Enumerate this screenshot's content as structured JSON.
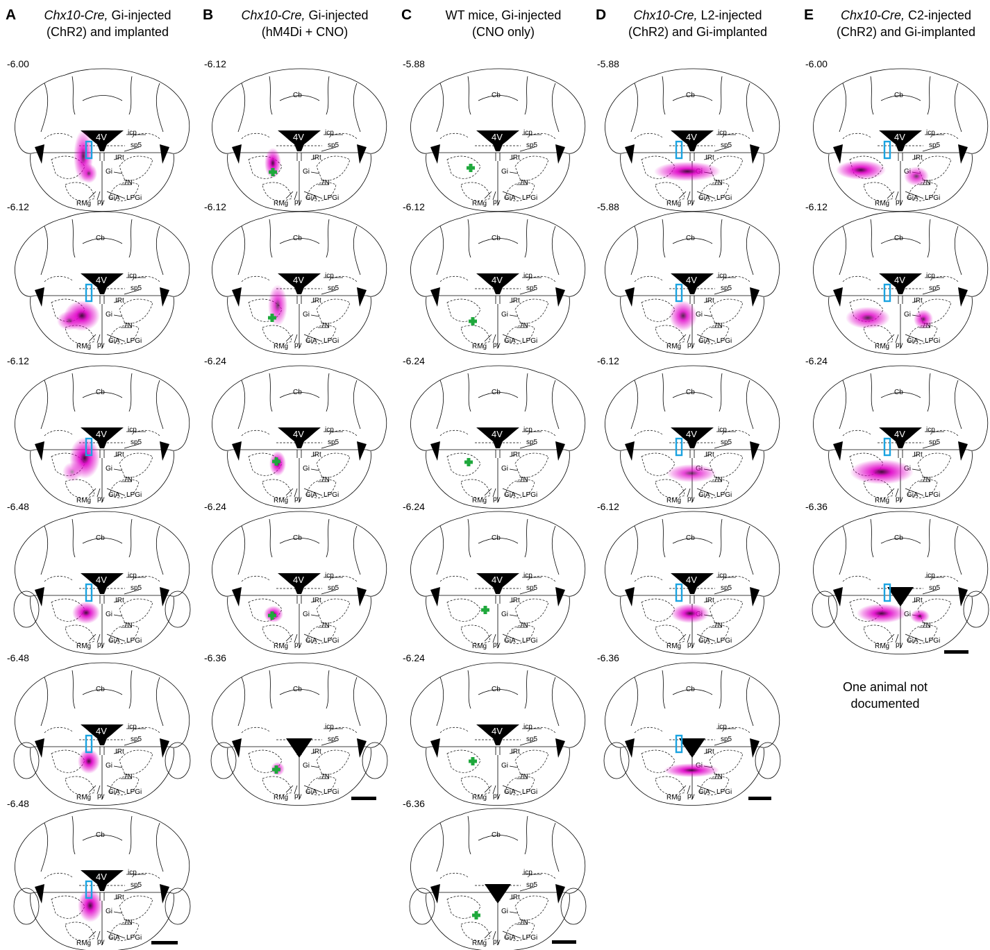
{
  "columns": [
    {
      "letter": "A",
      "italic": "Chx10-Cre,",
      "line1": " Gi-injected",
      "line2": "(ChR2) and implanted",
      "panels": [
        {
          "coord": "-6.00",
          "variant": "front",
          "cb": false,
          "box": true,
          "boxTall": false,
          "cross": false,
          "blobs": [
            [
              120,
              225,
              14,
              38,
              0.9
            ],
            [
              128,
              250,
              12,
              14,
              0.8
            ]
          ]
        },
        {
          "coord": "-6.12",
          "variant": "front",
          "cb": true,
          "box": true,
          "boxTall": false,
          "cross": false,
          "blobs": [
            [
              118,
              455,
              26,
              22,
              1.0
            ],
            [
              100,
              462,
              18,
              14,
              0.7
            ]
          ]
        },
        {
          "coord": "-6.12",
          "variant": "front",
          "cb": true,
          "box": true,
          "boxTall": false,
          "cross": false,
          "blobs": [
            [
              122,
              660,
              22,
              30,
              1.0
            ],
            [
              104,
              680,
              14,
              14,
              0.5
            ]
          ]
        },
        {
          "coord": "-6.48",
          "variant": "back",
          "cb": true,
          "box": true,
          "boxTall": false,
          "cross": false,
          "blobs": [
            [
              124,
              883,
              20,
              16,
              1.0
            ]
          ]
        },
        {
          "coord": "-6.48",
          "variant": "back",
          "cb": true,
          "box": true,
          "boxTall": false,
          "cross": false,
          "blobs": [
            [
              128,
              1097,
              16,
              18,
              1.0
            ]
          ]
        },
        {
          "coord": "-6.48",
          "variant": "back",
          "cb": true,
          "box": true,
          "boxTall": false,
          "cross": false,
          "blobs": [
            [
              130,
              1305,
              18,
              24,
              1.0
            ]
          ]
        }
      ]
    },
    {
      "letter": "B",
      "italic": "Chx10-Cre,",
      "line1": " Gi-injected",
      "line2": "(hM4Di + CNO)",
      "panels": [
        {
          "coord": "-6.12",
          "variant": "front",
          "cb": true,
          "box": false,
          "boxTall": false,
          "cross": true,
          "crossPos": [
            393,
            248
          ],
          "blobs": [
            [
              393,
              235,
              12,
              22,
              1.0
            ]
          ]
        },
        {
          "coord": "-6.12",
          "variant": "front",
          "cb": true,
          "box": false,
          "boxTall": false,
          "cross": true,
          "crossPos": [
            392,
            458
          ],
          "blobs": [
            [
              400,
              440,
              14,
              30,
              0.8
            ]
          ]
        },
        {
          "coord": "-6.24",
          "variant": "front",
          "cb": true,
          "box": false,
          "boxTall": false,
          "cross": true,
          "crossPos": [
            398,
            665
          ],
          "blobs": [
            [
              400,
              668,
              12,
              18,
              1.0
            ]
          ]
        },
        {
          "coord": "-6.24",
          "variant": "front",
          "cb": true,
          "box": false,
          "boxTall": false,
          "cross": true,
          "crossPos": [
            392,
            887
          ],
          "blobs": [
            [
              394,
              885,
              14,
              12,
              1.0
            ]
          ]
        },
        {
          "coord": "-6.36",
          "variant": "caudal",
          "cb": true,
          "box": false,
          "boxTall": false,
          "cross": true,
          "crossPos": [
            398,
            1109
          ],
          "blobs": [
            [
              400,
              1108,
              10,
              10,
              0.8
            ]
          ]
        }
      ]
    },
    {
      "letter": "C",
      "italic": "",
      "line1": "WT mice, Gi-injected",
      "line2": "(CNO only)",
      "panels": [
        {
          "coord": "-5.88",
          "variant": "front",
          "cb": true,
          "box": false,
          "boxTall": false,
          "cross": true,
          "crossPos": [
            678,
            242
          ],
          "blobs": []
        },
        {
          "coord": "-6.12",
          "variant": "front",
          "cb": true,
          "box": false,
          "boxTall": false,
          "cross": true,
          "crossPos": [
            681,
            463
          ],
          "blobs": []
        },
        {
          "coord": "-6.24",
          "variant": "front",
          "cb": true,
          "box": false,
          "boxTall": false,
          "cross": true,
          "crossPos": [
            675,
            666
          ],
          "blobs": []
        },
        {
          "coord": "-6.24",
          "variant": "front",
          "cb": true,
          "box": false,
          "boxTall": false,
          "cross": true,
          "crossPos": [
            699,
            879
          ],
          "blobs": []
        },
        {
          "coord": "-6.24",
          "variant": "front",
          "cb": true,
          "box": false,
          "boxTall": false,
          "cross": true,
          "crossPos": [
            681,
            1097
          ],
          "blobs": []
        },
        {
          "coord": "-6.36",
          "variant": "caudal",
          "cb": true,
          "box": false,
          "boxTall": false,
          "cross": true,
          "crossPos": [
            686,
            1319
          ],
          "blobs": []
        }
      ]
    },
    {
      "letter": "D",
      "italic": "Chx10-Cre,",
      "line1": " L2-injected",
      "line2": "(ChR2) and Gi-implanted",
      "panels": [
        {
          "coord": "-5.88",
          "variant": "front",
          "cb": true,
          "box": true,
          "boxTall": false,
          "cross": false,
          "blobs": [
            [
              990,
              247,
              48,
              14,
              1.0
            ]
          ]
        },
        {
          "coord": "-5.88",
          "variant": "front",
          "cb": true,
          "box": true,
          "boxTall": false,
          "cross": false,
          "blobs": [
            [
              984,
              455,
              20,
              22,
              0.9
            ]
          ]
        },
        {
          "coord": "-6.12",
          "variant": "front",
          "cb": true,
          "box": true,
          "boxTall": false,
          "cross": false,
          "blobs": [
            [
              996,
              682,
              36,
              13,
              0.8
            ]
          ]
        },
        {
          "coord": "-6.12",
          "variant": "front",
          "cb": true,
          "box": true,
          "boxTall": false,
          "cross": false,
          "blobs": [
            [
              994,
              884,
              28,
              14,
              1.0
            ]
          ]
        },
        {
          "coord": "-6.36",
          "variant": "caudal",
          "cb": true,
          "box": true,
          "boxTall": false,
          "cross": false,
          "blobs": [
            [
              996,
              1110,
              40,
              10,
              1.0
            ]
          ]
        }
      ]
    },
    {
      "letter": "E",
      "italic": "Chx10-Cre,",
      "line1": " C2-injected",
      "line2": "(ChR2) and Gi-implanted",
      "panels": [
        {
          "coord": "-6.00",
          "variant": "front",
          "cb": true,
          "box": true,
          "boxTall": false,
          "cross": false,
          "blobs": [
            [
              1240,
              245,
              36,
              14,
              1.0
            ],
            [
              1320,
              254,
              18,
              14,
              0.8
            ]
          ]
        },
        {
          "coord": "-6.12",
          "variant": "front",
          "cb": true,
          "box": true,
          "boxTall": false,
          "cross": false,
          "blobs": [
            [
              1250,
              458,
              32,
              16,
              0.9
            ],
            [
              1330,
              460,
              14,
              14,
              0.9
            ]
          ]
        },
        {
          "coord": "-6.24",
          "variant": "front",
          "cb": true,
          "box": true,
          "boxTall": false,
          "cross": false,
          "blobs": [
            [
              1270,
              680,
              46,
              18,
              1.0
            ]
          ]
        },
        {
          "coord": "-6.36",
          "variant": "caudal",
          "cb": true,
          "box": true,
          "boxTall": false,
          "cross": false,
          "blobs": [
            [
              1270,
              884,
              36,
              14,
              1.0
            ],
            [
              1325,
              888,
              14,
              10,
              0.9
            ]
          ]
        }
      ]
    }
  ],
  "labels": {
    "cb": "Cb",
    "fourthV": "4V",
    "icp": "icp",
    "sp5": "sp5",
    "irt": "IRt",
    "gi": "Gi",
    "sevenN": "7N",
    "lpgi": "LPGi",
    "gia": "GiA",
    "py": "py",
    "rmg": "RMg"
  },
  "note": {
    "line1": "One animal not",
    "line2": "documented"
  },
  "colors": {
    "stain": "#e000c8",
    "stainCore": "#3a0030",
    "probe": "#1aa3e0",
    "cross": "#1fa83c"
  }
}
